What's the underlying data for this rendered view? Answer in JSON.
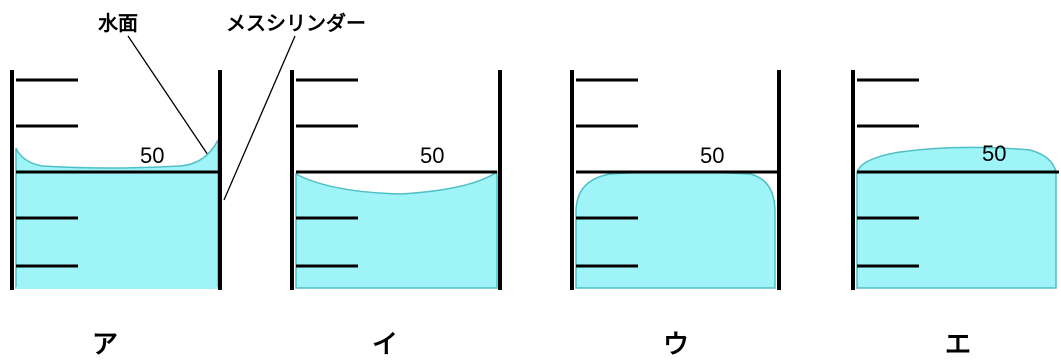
{
  "labels": {
    "water_surface": "水面",
    "graduated_cylinder": "メスシリンダー"
  },
  "colors": {
    "water": "#9ff4f8",
    "water_edge": "#4fbfc6",
    "line": "#000000"
  },
  "panels": [
    {
      "caption": "ア",
      "scale_value": "50",
      "surface": "concave-correct"
    },
    {
      "caption": "イ",
      "scale_value": "50",
      "surface": "concave-below"
    },
    {
      "caption": "ウ",
      "scale_value": "50",
      "surface": "convex"
    },
    {
      "caption": "エ",
      "scale_value": "50",
      "surface": "convex-above"
    }
  ]
}
